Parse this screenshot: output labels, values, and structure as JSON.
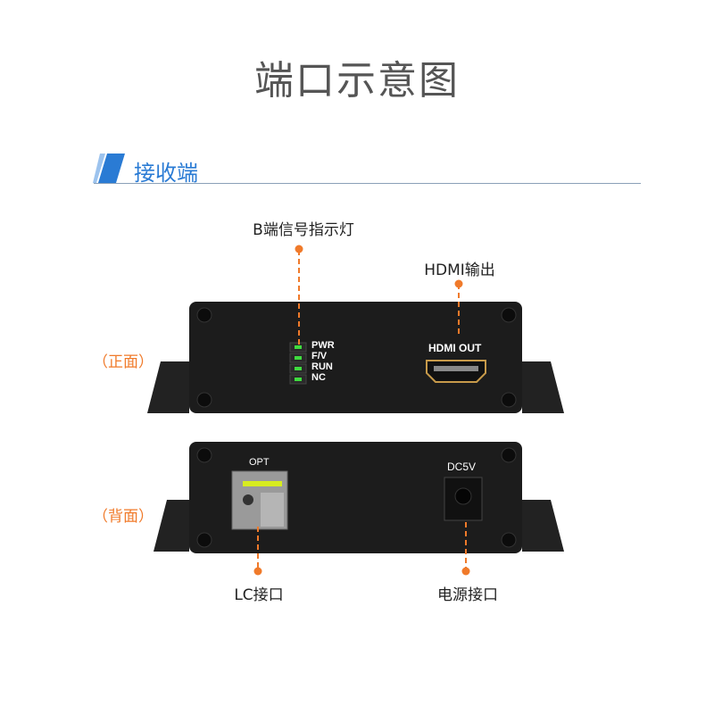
{
  "title": "端口示意图",
  "section": {
    "title": "接收端",
    "accent": "#2a7bd4"
  },
  "views": {
    "front": "（正面）",
    "back": "（背面）"
  },
  "callouts": {
    "indicator": "B端信号指示灯",
    "hdmi": "HDMI输出",
    "lc": "LC接口",
    "power": "电源接口"
  },
  "front_panel": {
    "leds": [
      "PWR",
      "F/V",
      "RUN",
      "NC"
    ],
    "hdmi_label": "HDMI OUT"
  },
  "back_panel": {
    "opt_label": "OPT",
    "dc_label": "DC5V"
  },
  "colors": {
    "callout": "#f07a2a",
    "led": "#3fdc3f",
    "device": "#1c1c1c"
  }
}
